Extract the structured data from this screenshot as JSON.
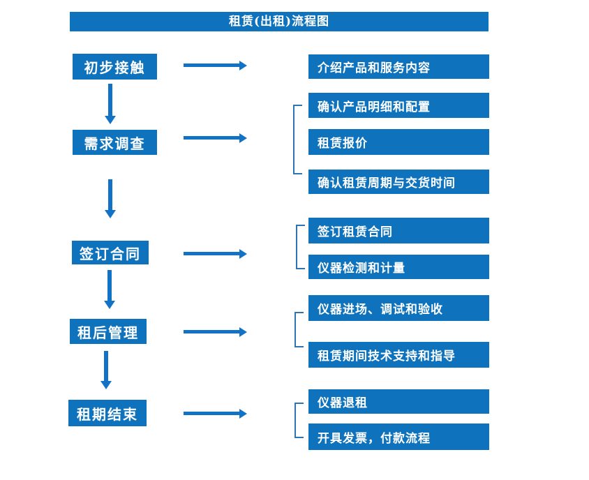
{
  "title": "租赁(出租)流程图",
  "colors": {
    "box_blue": "#0f72bc",
    "arrow_blue": "#1273c6",
    "bracket_blue": "#2e74b5",
    "text_white": "#ffffff",
    "background": "#ffffff"
  },
  "steps": [
    {
      "label": "初步接触",
      "details": [
        "介绍产品和服务内容"
      ]
    },
    {
      "label": "需求调查",
      "details": [
        "确认产品明细和配置",
        "租赁报价",
        "确认租赁周期与交货时间"
      ]
    },
    {
      "label": "签订合同",
      "details": [
        "签订租赁合同",
        "仪器检测和计量"
      ]
    },
    {
      "label": "租后管理",
      "details": [
        "仪器进场、调试和验收",
        "租赁期间技术支持和指导"
      ]
    },
    {
      "label": "租期结束",
      "details": [
        "仪器退租",
        "开具发票，付款流程"
      ]
    }
  ]
}
